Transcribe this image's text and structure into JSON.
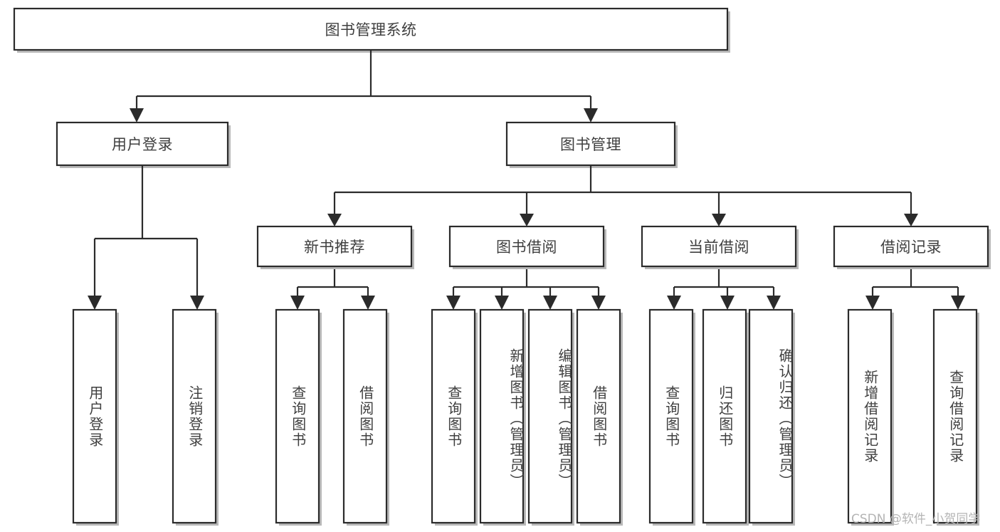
{
  "diagram": {
    "type": "tree-hierarchy",
    "orientation": "top-down",
    "root": {
      "label": "图书管理系统"
    },
    "level2": [
      {
        "label": "用户登录"
      },
      {
        "label": "图书管理"
      }
    ],
    "level3": [
      {
        "label": "新书推荐"
      },
      {
        "label": "图书借阅"
      },
      {
        "label": "当前借阅"
      },
      {
        "label": "借阅记录"
      }
    ],
    "leaves": {
      "user_login": [
        {
          "label": "用户登录"
        },
        {
          "label": "注销登录"
        }
      ],
      "new_book_recommend": [
        {
          "label": "查询图书"
        },
        {
          "label": "借阅图书"
        }
      ],
      "book_borrow": [
        {
          "label": "查询图书"
        },
        {
          "label": "新增图书（管理员）"
        },
        {
          "label": "编辑图书（管理员）"
        },
        {
          "label": "借阅图书"
        }
      ],
      "current_borrow": [
        {
          "label": "查询图书"
        },
        {
          "label": "归还图书"
        },
        {
          "label": "确认归还（管理员）"
        }
      ],
      "borrow_record": [
        {
          "label": "新增借阅记录"
        },
        {
          "label": "查询借阅记录"
        }
      ]
    }
  },
  "watermark": {
    "text": "CSDN @软件_小贺同学"
  },
  "colors": {
    "stroke": "#2b2b2b",
    "text": "#3f3f3f",
    "background": "#ffffff",
    "watermark": "#b4b4b4"
  }
}
